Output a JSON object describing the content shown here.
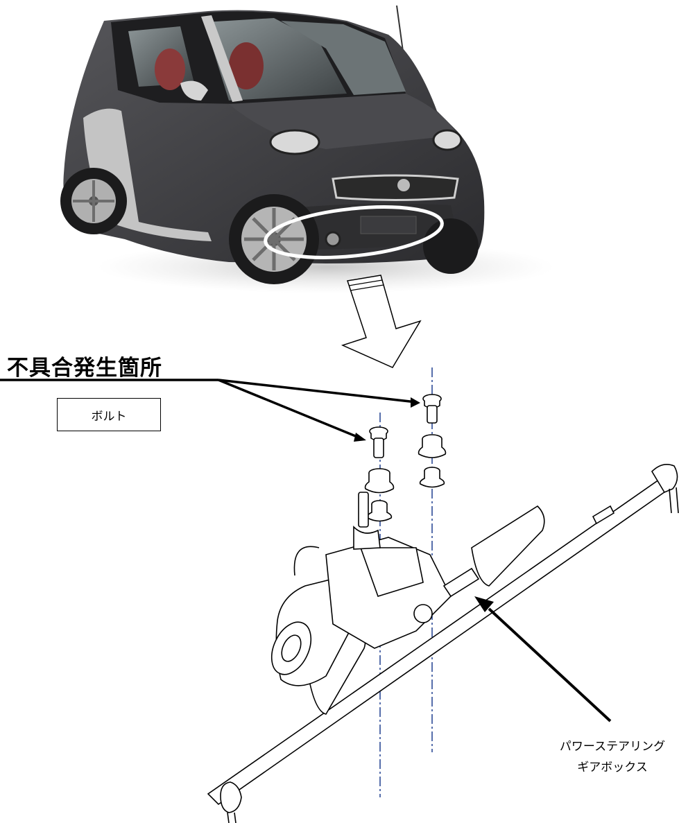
{
  "callouts": {
    "defect_location": "不具合発生箇所",
    "bolt": "ボルト",
    "gearbox_line1": "パワーステアリング",
    "gearbox_line2": "ギアボックス"
  },
  "colors": {
    "car_body": "#3a3a3c",
    "car_trim": "#bdbdbd",
    "line": "#000000",
    "axis_dash": "#1f3f8f"
  }
}
